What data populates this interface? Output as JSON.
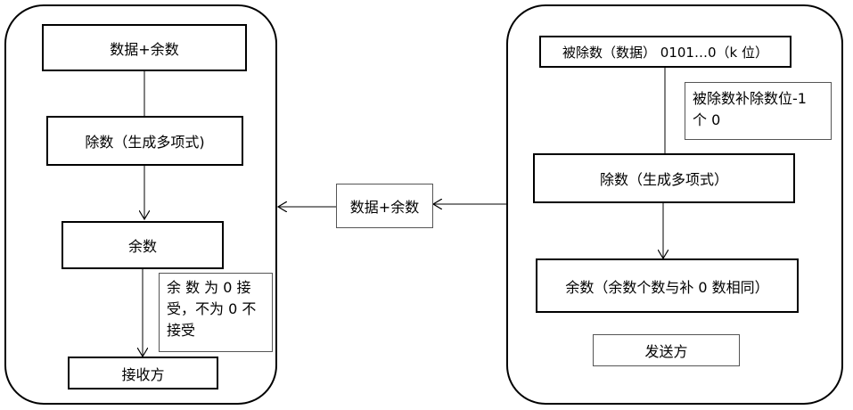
{
  "receiver": {
    "box_data_remainder": "数据+余数",
    "box_divisor": "除数（生成多项式)",
    "box_remainder": "余数",
    "note_lines": [
      "余 数 为 0  接",
      "受，不为 0 不",
      "接受"
    ],
    "box_label": "接收方"
  },
  "middle": {
    "box_data_remainder": "数据+余数"
  },
  "sender": {
    "box_dividend": "被除数（数据） 0101…0（k 位）",
    "note_lines": [
      "被除数补除数位-1",
      "个 0"
    ],
    "box_divisor": "除数（生成多项式）",
    "box_remainder": "余数（余数个数与补 0 数相同）",
    "box_label": "发送方"
  }
}
